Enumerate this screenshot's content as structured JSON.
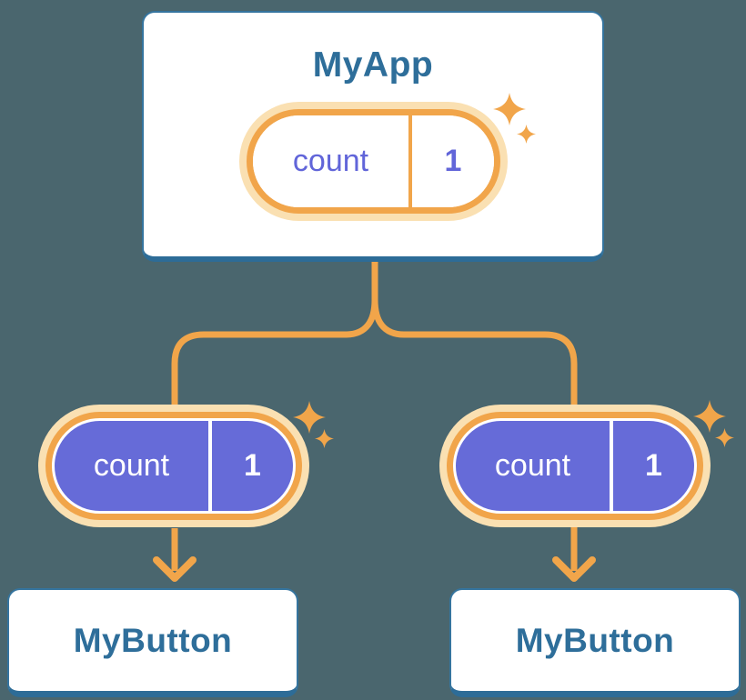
{
  "colors": {
    "background": "#4A666E",
    "card_fill": "#FFFFFF",
    "card_border": "#35749E",
    "card_border_bottom": "#2D6C97",
    "text_blue": "#2E6E9A",
    "orange": "#F1A54A",
    "orange_halo": "#FAE0B2",
    "purple": "#666BD8",
    "purple_text": "#6165D9"
  },
  "diagram": {
    "root": {
      "title": "MyApp",
      "state": {
        "name": "count",
        "value": "1"
      }
    },
    "children": [
      {
        "title": "MyButton",
        "state": {
          "name": "count",
          "value": "1"
        }
      },
      {
        "title": "MyButton",
        "state": {
          "name": "count",
          "value": "1"
        }
      }
    ]
  }
}
